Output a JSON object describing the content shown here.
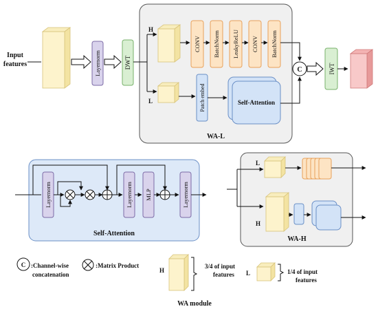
{
  "input": {
    "label_line1": "Input",
    "label_line2": "features"
  },
  "blocks": {
    "layernorm": "Layernorm",
    "dwt": "DWT",
    "iwt": "IWT",
    "conv": "CONV",
    "batchnorm": "BatchNorm",
    "leakyrelu": "LeakyReLU",
    "patch_embed": "Patch embed",
    "self_attention": "Self-Attention",
    "mlp": "MLP",
    "concat_symbol": "C"
  },
  "branches": {
    "high": "H",
    "low": "L"
  },
  "module_titles": {
    "wa_l": "WA-L",
    "self_attention": "Self-Attention",
    "wa_h": "WA-H",
    "caption": "WA module"
  },
  "legend": {
    "concat_symbol": "C",
    "concat_line1": ":Channel-wise",
    "concat_line2": "concatenation",
    "matrix_product": ":Matrix Product",
    "h_label": "H",
    "h_text_line1": "3/4 of input",
    "h_text_line2": "features",
    "l_label": "L",
    "l_text_line1": "1/4 of input",
    "l_text_line2": "features"
  },
  "colors": {
    "input_front": "#fdf3cc",
    "input_side": "#f3e3a2",
    "conv_fill": "#fde4c4",
    "conv_stroke": "#e8a15a",
    "layernorm_fill": "#d9d3ec",
    "layernorm_stroke": "#7b6aa6",
    "dwt_fill": "#d9efd2",
    "dwt_stroke": "#77b06a",
    "blue_fill": "#d3e3f7",
    "blue_stroke": "#6a8fc6",
    "output_front": "#f8c9c9",
    "output_side": "#e79a9a",
    "module_bg": "#f0f0f0",
    "sa_bg": "#dde9f8"
  }
}
